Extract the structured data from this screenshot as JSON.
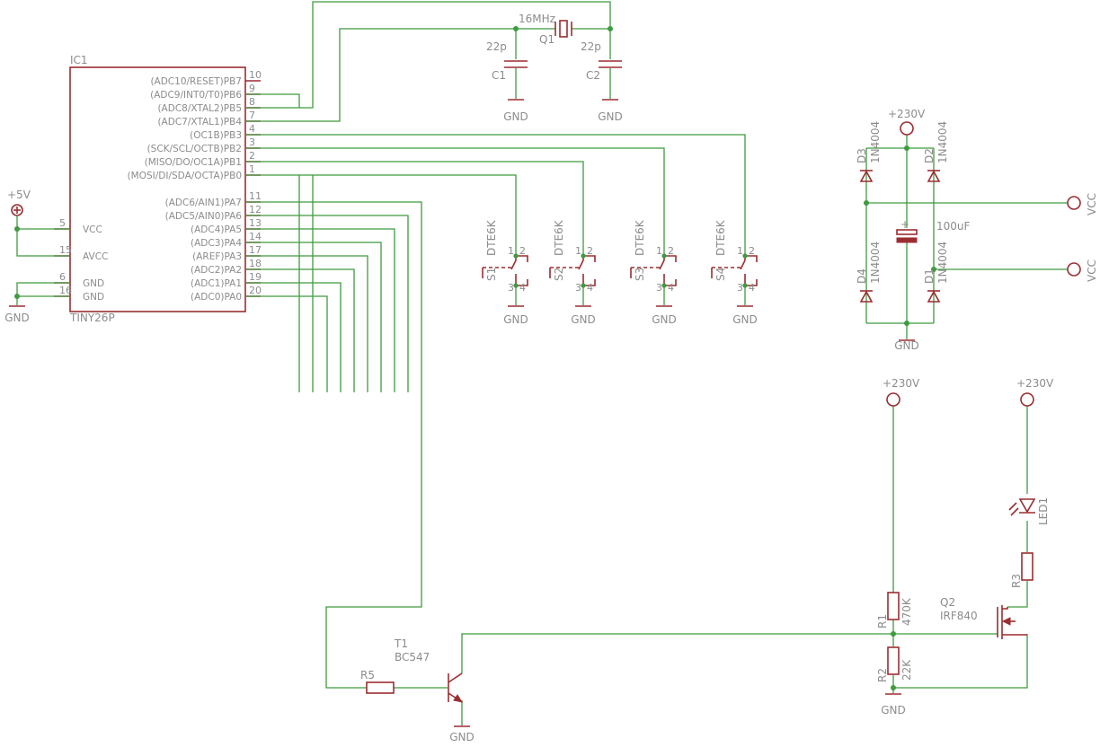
{
  "ic": {
    "name": "IC1",
    "value": "TINY26P",
    "right_pins": [
      {
        "num": "10",
        "fn": "(ADC10/RESET)PB7"
      },
      {
        "num": "9",
        "fn": "(ADC9/INT0/T0)PB6"
      },
      {
        "num": "8",
        "fn": "(ADC8/XTAL2)PB5"
      },
      {
        "num": "7",
        "fn": "(ADC7/XTAL1)PB4"
      },
      {
        "num": "4",
        "fn": "(OC1B)PB3"
      },
      {
        "num": "3",
        "fn": "(SCK/SCL/OCTB)PB2"
      },
      {
        "num": "2",
        "fn": "(MISO/DO/OC1A)PB1"
      },
      {
        "num": "1",
        "fn": "(MOSI/DI/SDA/OCTA)PB0"
      },
      {
        "num": "11",
        "fn": "(ADC6/AIN1)PA7"
      },
      {
        "num": "12",
        "fn": "(ADC5/AIN0)PA6"
      },
      {
        "num": "13",
        "fn": "(ADC4)PA5"
      },
      {
        "num": "14",
        "fn": "(ADC3)PA4"
      },
      {
        "num": "17",
        "fn": "(AREF)PA3"
      },
      {
        "num": "18",
        "fn": "(ADC2)PA2"
      },
      {
        "num": "19",
        "fn": "(ADC1)PA1"
      },
      {
        "num": "20",
        "fn": "(ADC0)PA0"
      }
    ],
    "left_pins": [
      {
        "num": "5",
        "fn": "VCC"
      },
      {
        "num": "15",
        "fn": "AVCC"
      },
      {
        "num": "6",
        "fn": "GND"
      },
      {
        "num": "16",
        "fn": "GND"
      }
    ]
  },
  "supply": {
    "p5v": "+5V",
    "gnd": "GND",
    "v230": "+230V",
    "vcc": "VCC"
  },
  "crystal": {
    "name": "Q1",
    "value": "16MHz"
  },
  "capacitors": [
    {
      "name": "C1",
      "value": "22p"
    },
    {
      "name": "C2",
      "value": "22p"
    },
    {
      "value": "100uF"
    }
  ],
  "switches": [
    {
      "name": "S1",
      "value": "DTE6K"
    },
    {
      "name": "S2",
      "value": "DTE6K"
    },
    {
      "name": "S3",
      "value": "DTE6K"
    },
    {
      "name": "S4",
      "value": "DTE6K"
    }
  ],
  "switch_pins": [
    "1",
    "2",
    "3",
    "4"
  ],
  "diodes": [
    {
      "name": "D3",
      "value": "1N4004"
    },
    {
      "name": "D2",
      "value": "1N4004"
    },
    {
      "name": "D4",
      "value": "1N4004"
    },
    {
      "name": "D1",
      "value": "1N4004"
    }
  ],
  "resistors": [
    {
      "name": "R1",
      "value": "470K"
    },
    {
      "name": "R2",
      "value": "22K"
    },
    {
      "name": "R3",
      "value": ""
    },
    {
      "name": "R5",
      "value": ""
    }
  ],
  "transistor": {
    "name": "T1",
    "value": "BC547"
  },
  "mosfet": {
    "name": "Q2",
    "value": "IRF840"
  },
  "led": {
    "name": "LED1"
  },
  "polarity": "+"
}
